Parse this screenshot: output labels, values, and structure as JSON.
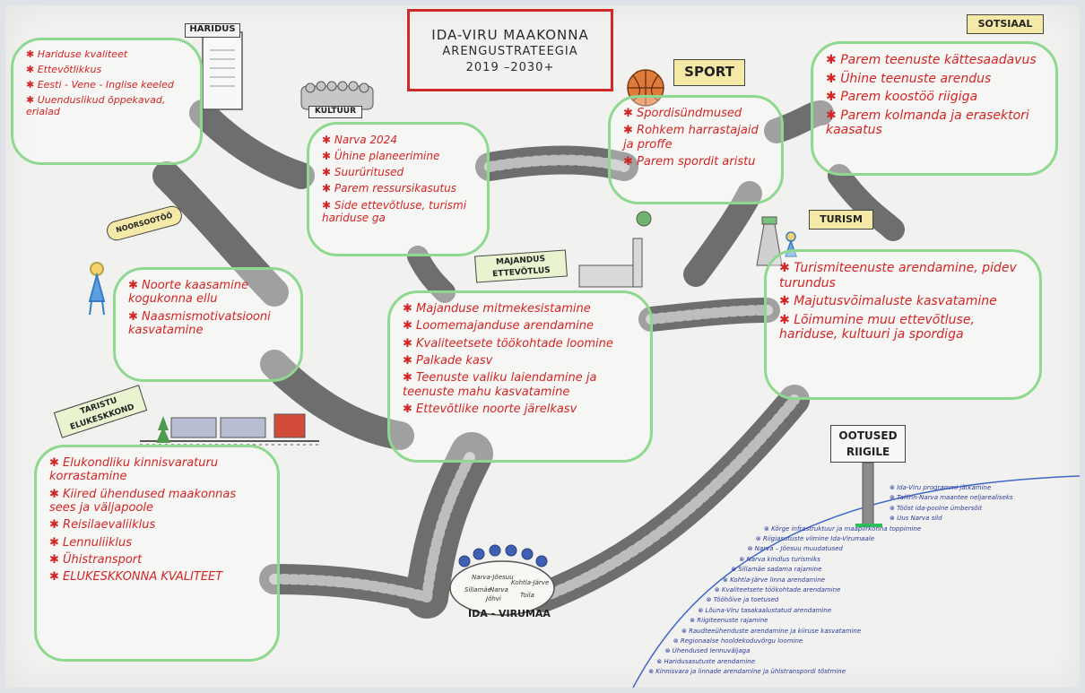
{
  "title": {
    "line1": "IDA-VIRU MAAKONNA",
    "line2": "ARENGUSTRATEEGIA",
    "line3": "2019 –2030+"
  },
  "signs": {
    "haridus": "HARIDUS",
    "kultuur": "KULTUUR",
    "sport": "SPORT",
    "sotsiaal": "SOTSIAAL",
    "turism": "TURISM",
    "noorsootoo": "NOORSOOTÖÖ",
    "majandus": "MAJANDUS ETTEVÕTLUS",
    "taristu": "TARISTU ELUKESKKOND",
    "ootused": "OOTUSED RIIGILE",
    "ida_virumaa": "IDA - VIRUMAA"
  },
  "bubbles": {
    "haridus": [
      "Hariduse kvaliteet",
      "Ettevõtlikkus",
      "Eesti - Vene - Inglise keeled",
      "Uuenduslikud õppekavad, erialad"
    ],
    "kultuur": [
      "Narva 2024",
      "Ühine planeerimine",
      "Suurüritused",
      "Parem ressursikasutus",
      "Side ettevõtluse, turismi hariduse ga"
    ],
    "sport": [
      "Spordisündmused",
      "Rohkem harrastajaid ja proffe",
      "Parem spordit aristu"
    ],
    "sotsiaal": [
      "Parem teenuste kättesaadavus",
      "Ühine teenuste arendus",
      "Parem koostöö riigiga",
      "Parem kolmanda ja erasektori kaasatus"
    ],
    "noorsootoo": [
      "Noorte kaasamine kogukonna ellu",
      "Naasmismotivatsiooni kasvatamine"
    ],
    "majandus": [
      "Majanduse mitmekesistamine",
      "Loomemajanduse arendamine",
      "Kvaliteetsete töökohtade loomine",
      "Palkade kasv",
      "Teenuste valiku laiendamine ja teenuste mahu kasvatamine",
      "Ettevõtlike noorte järelkasv"
    ],
    "turism": [
      "Turismiteenuste arendamine, pidev turundus",
      "Majutusvõimaluste kasvatamine",
      "Lõimumine muu ettevõtluse, hariduse, kultuuri ja spordiga"
    ],
    "taristu": [
      "Elukondliku kinnisvaraturu korrastamine",
      "Kiired ühendused maakonnas sees ja väljapoole",
      "Reisilaevaliiklus",
      "Lennuliiklus",
      "Ühistransport",
      "ELUKESKKONNA KVALITEET"
    ]
  },
  "town_names": [
    "Narva-Jõesuu",
    "Kohtla-Järve",
    "Sillamäe",
    "Narva",
    "Jõhvi",
    "Toila"
  ],
  "ootused_list": [
    "Ida-Viru programmi jätkamine",
    "Tallinn-Narva maantee neljarealiseks",
    "Tööst ida-poolne ümbersõit",
    "Uus Narva sild",
    "Kõrge infrastruktuur ja maapiirkonna toppimine",
    "Riigiasutuste viimine Ida-Virumaale",
    "Narva – Jõesuu muudatused",
    "Narva kindlus turismiks",
    "Sillamäe sadama rajamine",
    "Kohtla-Järve linna arendamine",
    "Kvaliteetsete töökohtade arendamine",
    "Tööhõive ja toetused",
    "Lõuna-Viru tasakaalustatud arendamine",
    "Riigiteenuste rajamine",
    "Raudteeühenduste arendamine ja kiiruse kasvatamine",
    "Regionaalse hooldekoduvõrgu loomine",
    "Ühendused lennuväljaga",
    "Haridusasutuste arendamine",
    "Kinnisvara ja linnade arendamine ja ühistranspordi tõstmine"
  ],
  "colors": {
    "bullet_text": "#d22525",
    "bubble_border": "#8fd88f",
    "road": "#8e8e8e",
    "title_border": "#cf2a2a",
    "sign_fill": "#f5e9a8",
    "note_text": "#2c3b9e"
  }
}
